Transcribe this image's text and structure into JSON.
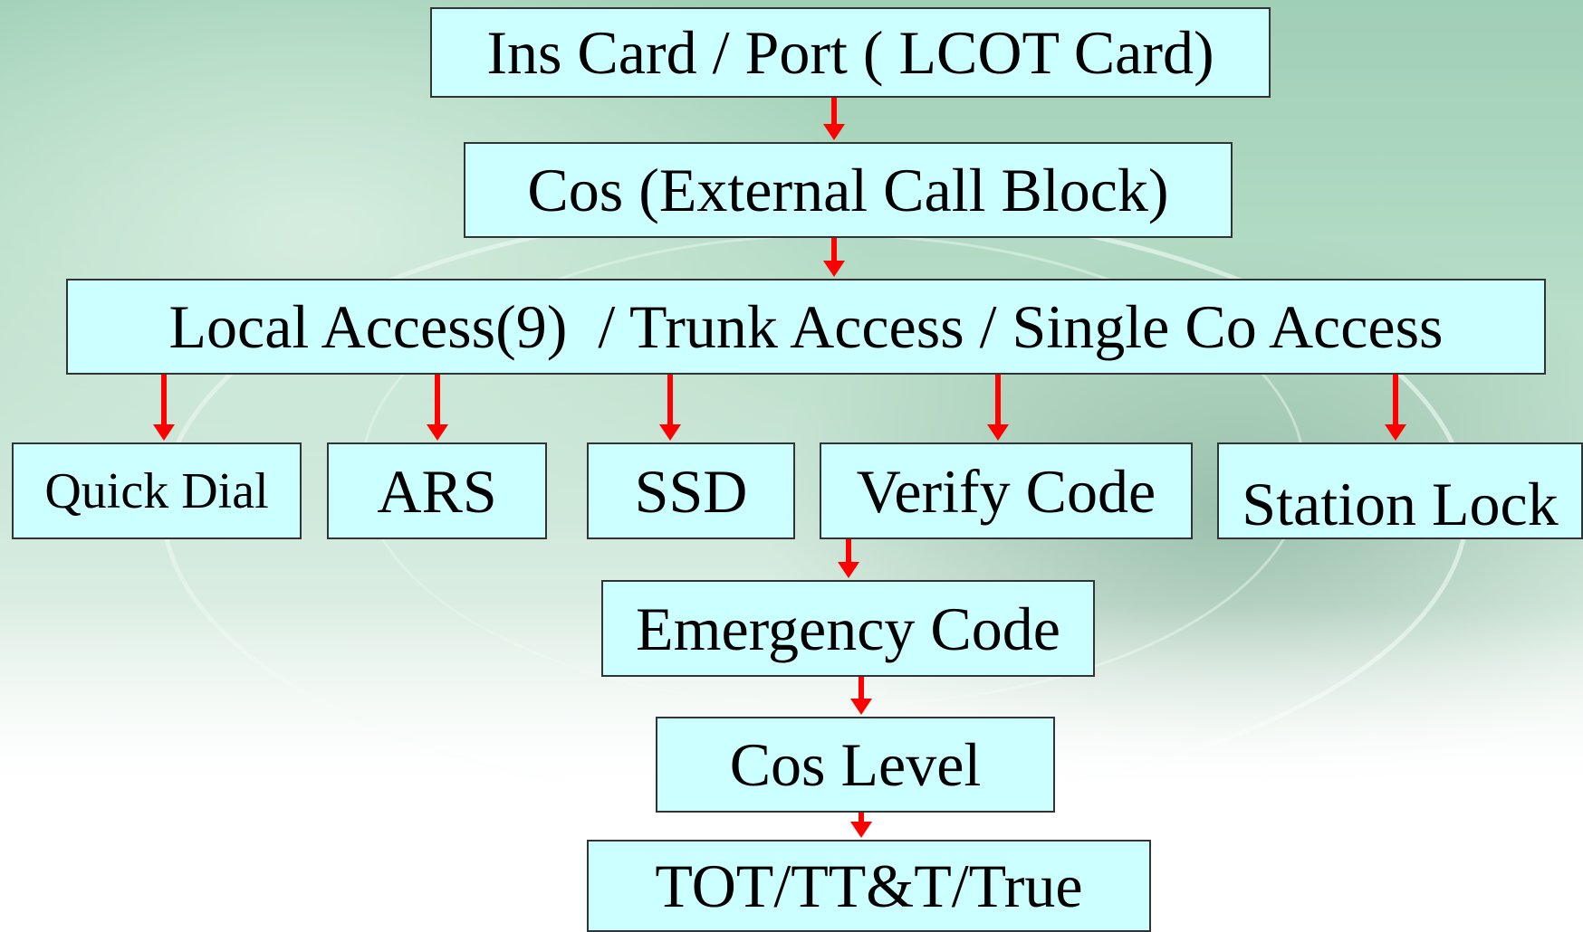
{
  "colors": {
    "box_fill": "#ccffff",
    "box_border": "#333333",
    "arrow": "#ff0000"
  },
  "nodes": {
    "ins_card": "Ins Card / Port ( LCOT Card)",
    "cos_block": "Cos (External Call Block)",
    "access": "Local Access(9)  / Trunk Access / Single Co Access",
    "quick_dial": "Quick Dial",
    "ars": "ARS",
    "ssd": "SSD",
    "verify_code": "Verify Code",
    "station_lock": "Station Lock",
    "emergency_code": "Emergency Code",
    "cos_level": "Cos Level",
    "tot": "TOT/TT&T/True"
  },
  "edges": [
    [
      "ins_card",
      "cos_block"
    ],
    [
      "cos_block",
      "access"
    ],
    [
      "access",
      "quick_dial"
    ],
    [
      "access",
      "ars"
    ],
    [
      "access",
      "ssd"
    ],
    [
      "access",
      "verify_code"
    ],
    [
      "access",
      "station_lock"
    ],
    [
      "verify_code",
      "emergency_code"
    ],
    [
      "emergency_code",
      "cos_level"
    ],
    [
      "cos_level",
      "tot"
    ]
  ]
}
